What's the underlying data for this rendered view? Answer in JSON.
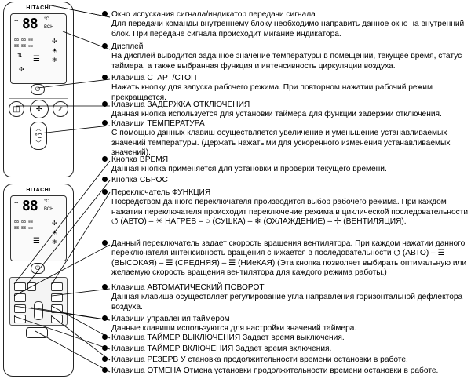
{
  "remote": {
    "brand": "HITACHI",
    "display_temp": "88",
    "display_unit": "°C",
    "display_hour_label": "ВСН",
    "display_row1": "88:88 ⊙⊙",
    "display_row2": "88:88 ⊙⊙",
    "temp_button_label": "°C"
  },
  "items": [
    {
      "title": "Окно испускания сигнала/индикатор передачи сигнала",
      "desc": "Для передачи команды внутреннему блоку необходимо направить данное окно на внутренний блок. При передаче сигнала происходит мигание индикатора."
    },
    {
      "title": "Дисплей",
      "desc": "На дисплей выводится заданное значение температуры в помещении, текущее время, статус таймера, а также выбранная функция и интенсивность циркуляции воздуха."
    },
    {
      "title": "Клавиша СТАРТ/СТОП",
      "desc": "Нажать кнопку для запуска рабочего режима. При повторном нажатии рабочий режим прекращается."
    },
    {
      "title": "Клавиша ЗАДЕРЖКА ОТКЛЮЧЕНИЯ",
      "desc": "Данная кнопка используется для установки таймера для функции задержки отключения."
    },
    {
      "title": "Клавиши ТЕМПЕРАТУРА",
      "desc": "С помощью данных клавиш осуществляется увеличение и уменьшение устанавливаемых значений температуры. (Держать нажатыми для ускоренного изменения устанавливаемых значений)."
    },
    {
      "title": "Кнопка ВРЕМЯ",
      "desc": "Данная кнопка применяется для установки и проверки текущего времени."
    },
    {
      "title": "Кнопка СБРОС",
      "desc": ""
    },
    {
      "title": "Переключатель ФУНКЦИЯ",
      "desc": "Посредством данного переключателя производится выбор рабочего режима. При каждом нажатии переключателя происходит переключение режима в циклической последовательности ⭯ (АВТО) – ☀ НАГРЕВ – ○ (СУШКА) – ❄ (ОХЛАЖДЕНИЕ) – ✢ (ВЕНТИЛЯЦИЯ)."
    },
    {
      "title": "",
      "desc": "Данный переключатель задает скорость вращения вентилятора. При каждом нажатии данного переключателя интенсивность вращения снижается в последовательности ⭯ (АВТО) – ☰ (ВЫСОКАЯ) – ☰ (СРЕДНЯЯ) – ☰ (НИеКАЯ) (Эта кнопка позволяет выбирать оптимальную или желаемую скорость вращения вентилятора для каждого режима работы.)"
    },
    {
      "title": "Клавиша АВТОМАТИЧЕСКИЙ ПОВОРОТ",
      "desc": "Данная клавиша осуществляет регулирование угла направления горизонтальной дефлектора воздуха."
    },
    {
      "title": "Клавиши управления таймером",
      "desc": "Данные клавиши используются для настройки значений таймера."
    },
    {
      "title": "Клавиша ТАЙМЕР ВЫКЛЮЧЕНИЯ Задает время выключения.",
      "desc": ""
    },
    {
      "title": "Клавиша ТАЙМЕР ВКЛЮЧЕНИЯ Задает время включения.",
      "desc": ""
    },
    {
      "title": "Клавиша РЕЗЕРВ У становка продолжительности времени остановки в работе.",
      "desc": ""
    },
    {
      "title": "Клавиша ОТМЕНА Отмена установки продолжительности времени остановки в работе.",
      "desc": ""
    }
  ]
}
